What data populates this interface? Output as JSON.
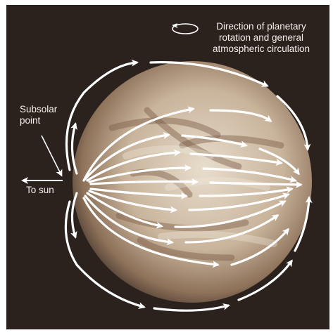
{
  "labels": {
    "rotation": "Direction of planetary rotation and general atmospheric circulation",
    "subsolar_line1": "Subsolar",
    "subsolar_line2": "point",
    "to_sun": "To sun"
  },
  "colors": {
    "background": "#2b211d",
    "planet_light": "#ddd0bf",
    "planet_dark": "#8a6f58",
    "arrows": "#ffffff",
    "text": "#f4f0ea"
  },
  "icons": [
    "rotation-arrow-icon",
    "to-sun-arrow-icon",
    "circulation-arrows"
  ]
}
